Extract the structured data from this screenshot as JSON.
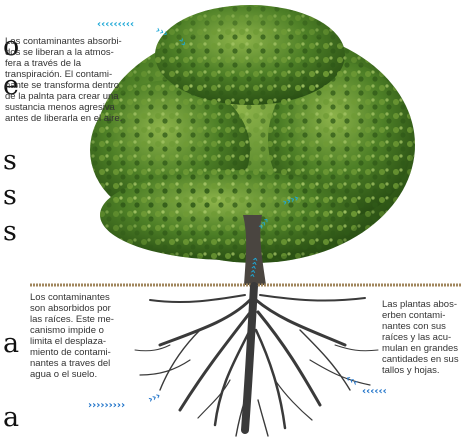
{
  "edge_text": {
    "g1": "o",
    "g2": "e",
    "g3": "s",
    "g4": "s",
    "g5": "s",
    "g6": "a",
    "g7": "a"
  },
  "captions": {
    "transpiration": [
      "Los contaminantes absorbi-",
      "dos se liberan a la atmos-",
      "fera a través de la",
      "transpiración. El contami-",
      "nante se transforma dentro",
      "de la palnta para crear una",
      "sustancia menos agresiva",
      "antes de liberarla en el aire."
    ],
    "roots": [
      "Los contaminantes",
      "son absorbidos por",
      "las raíces. Este me-",
      "canismo impide o",
      "limita el desplaza-",
      "miento de contami-",
      "nantes a traves del",
      "agua o el suelo."
    ],
    "accumulation": [
      "Las plantas abos-",
      "erben contami-",
      "nantes con sus",
      "raíces y las acu-",
      "mulan en grandes",
      "cantidades en sus",
      "tallos y hojas."
    ]
  },
  "colors": {
    "foliage_dark": "#2f5a17",
    "foliage_mid": "#4d7f26",
    "foliage_light": "#87ad45",
    "trunk": "#4a4540",
    "roots": "#3a3a3a",
    "soil_line": "#a0865c",
    "arrow_cyan": "#1ea8d6",
    "arrow_blue": "#1f73c9"
  },
  "icons": [
    "tree-illustration",
    "root-system",
    "flow-arrow"
  ]
}
